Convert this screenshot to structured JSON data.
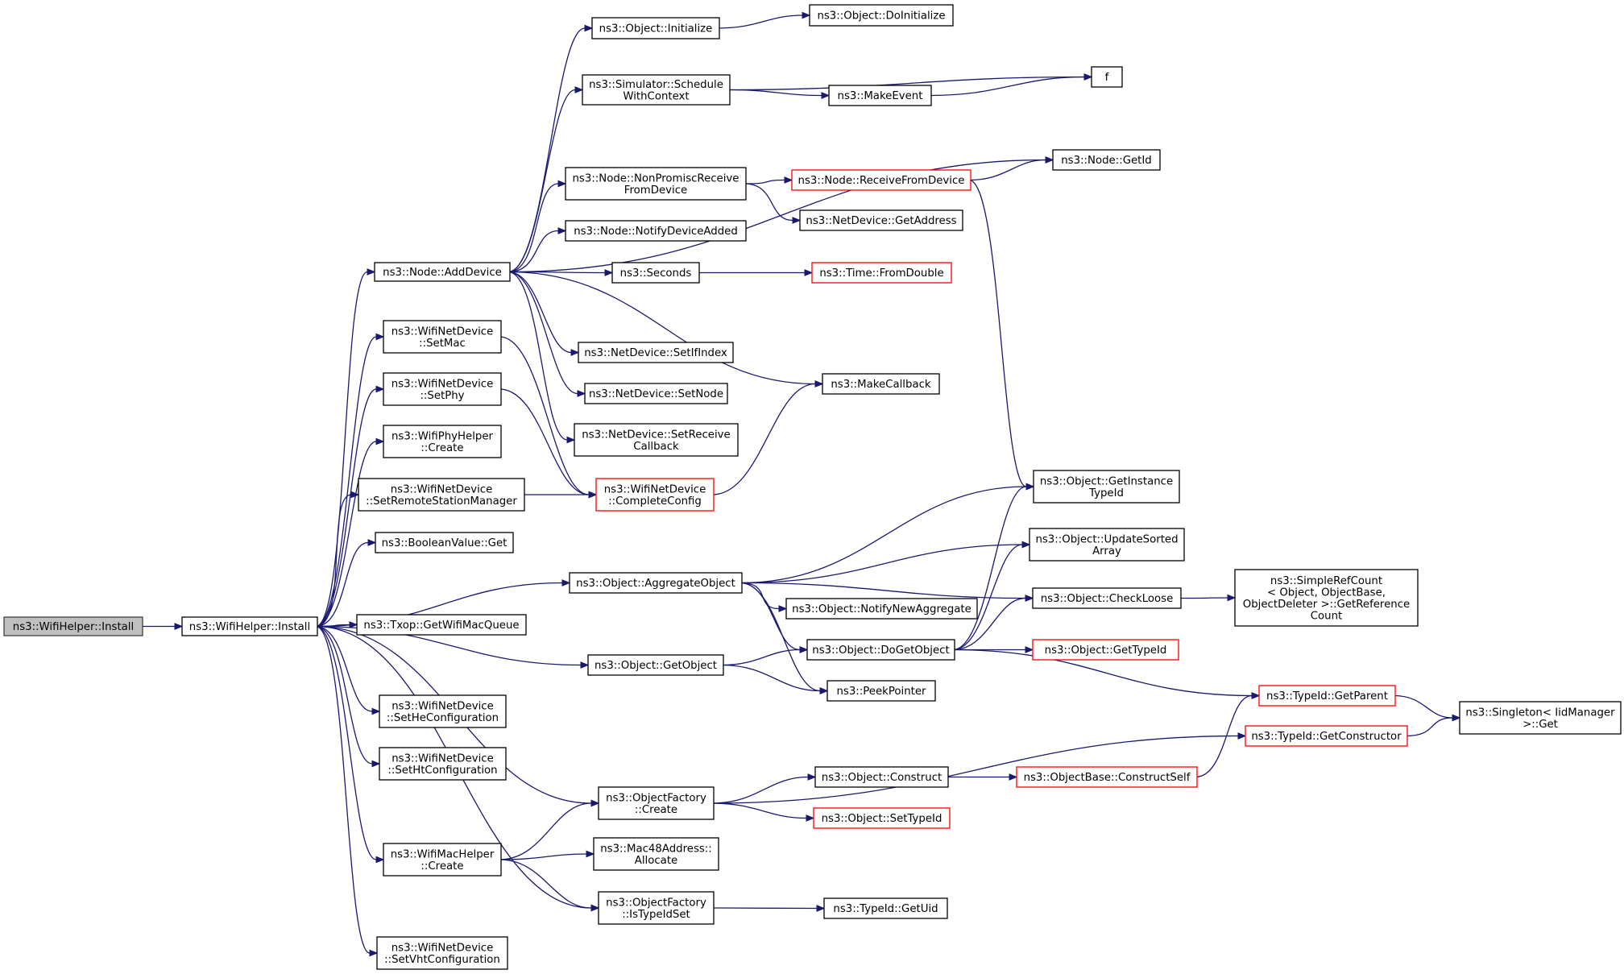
{
  "colors": {
    "edge": "#191970",
    "border": "#000000",
    "border_incomplete": "#ff0000",
    "root_fill": "#bfbfbf"
  },
  "nodes": [
    {
      "id": "n_root",
      "lines": [
        "ns3::WifiHelper::Install"
      ],
      "style": "root"
    },
    {
      "id": "n_install",
      "lines": [
        "ns3::WifiHelper::Install"
      ]
    },
    {
      "id": "n_adddevice",
      "lines": [
        "ns3::Node::AddDevice"
      ]
    },
    {
      "id": "n_initialize",
      "lines": [
        "ns3::Object::Initialize"
      ]
    },
    {
      "id": "n_doinitialize",
      "lines": [
        "ns3::Object::DoInitialize"
      ]
    },
    {
      "id": "n_schedule",
      "lines": [
        "ns3::Simulator::Schedule",
        "WithContext"
      ]
    },
    {
      "id": "n_f",
      "lines": [
        "f"
      ]
    },
    {
      "id": "n_makeevent",
      "lines": [
        "ns3::MakeEvent"
      ]
    },
    {
      "id": "n_getid",
      "lines": [
        "ns3::Node::GetId"
      ]
    },
    {
      "id": "n_nonpromisc",
      "lines": [
        "ns3::Node::NonPromiscReceive",
        "FromDevice"
      ]
    },
    {
      "id": "n_receivefrom",
      "lines": [
        "ns3::Node::ReceiveFromDevice"
      ],
      "style": "red"
    },
    {
      "id": "n_getaddress",
      "lines": [
        "ns3::NetDevice::GetAddress"
      ]
    },
    {
      "id": "n_notifyadded",
      "lines": [
        "ns3::Node::NotifyDeviceAdded"
      ]
    },
    {
      "id": "n_seconds",
      "lines": [
        "ns3::Seconds"
      ]
    },
    {
      "id": "n_fromdouble",
      "lines": [
        "ns3::Time::FromDouble"
      ],
      "style": "red"
    },
    {
      "id": "n_setifindex",
      "lines": [
        "ns3::NetDevice::SetIfIndex"
      ]
    },
    {
      "id": "n_setnode",
      "lines": [
        "ns3::NetDevice::SetNode"
      ]
    },
    {
      "id": "n_setreceive",
      "lines": [
        "ns3::NetDevice::SetReceive",
        "Callback"
      ]
    },
    {
      "id": "n_makecallback",
      "lines": [
        "ns3::MakeCallback"
      ]
    },
    {
      "id": "n_setmac",
      "lines": [
        "ns3::WifiNetDevice",
        "::SetMac"
      ]
    },
    {
      "id": "n_setphy",
      "lines": [
        "ns3::WifiNetDevice",
        "::SetPhy"
      ]
    },
    {
      "id": "n_phycreate",
      "lines": [
        "ns3::WifiPhyHelper",
        "::Create"
      ]
    },
    {
      "id": "n_setremote",
      "lines": [
        "ns3::WifiNetDevice",
        "::SetRemoteStationManager"
      ]
    },
    {
      "id": "n_completeconfig",
      "lines": [
        "ns3::WifiNetDevice",
        "::CompleteConfig"
      ],
      "style": "red"
    },
    {
      "id": "n_booleanget",
      "lines": [
        "ns3::BooleanValue::Get"
      ]
    },
    {
      "id": "n_aggregate",
      "lines": [
        "ns3::Object::AggregateObject"
      ]
    },
    {
      "id": "n_getinstancetypeid",
      "lines": [
        "ns3::Object::GetInstance",
        "TypeId"
      ]
    },
    {
      "id": "n_updatesorted",
      "lines": [
        "ns3::Object::UpdateSorted",
        "Array"
      ]
    },
    {
      "id": "n_checkloose",
      "lines": [
        "ns3::Object::CheckLoose"
      ]
    },
    {
      "id": "n_simplerefcount",
      "lines": [
        "ns3::SimpleRefCount",
        "< Object, ObjectBase,",
        "ObjectDeleter >::GetReference",
        "Count"
      ]
    },
    {
      "id": "n_notifynewagg",
      "lines": [
        "ns3::Object::NotifyNewAggregate"
      ]
    },
    {
      "id": "n_txopqueue",
      "lines": [
        "ns3::Txop::GetWifiMacQueue"
      ]
    },
    {
      "id": "n_getobject",
      "lines": [
        "ns3::Object::GetObject"
      ]
    },
    {
      "id": "n_dogetobject",
      "lines": [
        "ns3::Object::DoGetObject"
      ]
    },
    {
      "id": "n_gettypeid",
      "lines": [
        "ns3::Object::GetTypeId"
      ],
      "style": "red"
    },
    {
      "id": "n_peekpointer",
      "lines": [
        "ns3::PeekPointer"
      ]
    },
    {
      "id": "n_getparent",
      "lines": [
        "ns3::TypeId::GetParent"
      ],
      "style": "red"
    },
    {
      "id": "n_singletonget",
      "lines": [
        "ns3::Singleton< IidManager",
        ">::Get"
      ]
    },
    {
      "id": "n_getconstructor",
      "lines": [
        "ns3::TypeId::GetConstructor"
      ],
      "style": "red"
    },
    {
      "id": "n_sethe",
      "lines": [
        "ns3::WifiNetDevice",
        "::SetHeConfiguration"
      ]
    },
    {
      "id": "n_setht",
      "lines": [
        "ns3::WifiNetDevice",
        "::SetHtConfiguration"
      ]
    },
    {
      "id": "n_factorycreate",
      "lines": [
        "ns3::ObjectFactory",
        "::Create"
      ]
    },
    {
      "id": "n_construct",
      "lines": [
        "ns3::Object::Construct"
      ]
    },
    {
      "id": "n_constructself",
      "lines": [
        "ns3::ObjectBase::ConstructSelf"
      ],
      "style": "red"
    },
    {
      "id": "n_settypeid",
      "lines": [
        "ns3::Object::SetTypeId"
      ],
      "style": "red"
    },
    {
      "id": "n_maccreate",
      "lines": [
        "ns3::WifiMacHelper",
        "::Create"
      ]
    },
    {
      "id": "n_macallocate",
      "lines": [
        "ns3::Mac48Address::",
        "Allocate"
      ]
    },
    {
      "id": "n_istypeidset",
      "lines": [
        "ns3::ObjectFactory",
        "::IsTypeIdSet"
      ]
    },
    {
      "id": "n_getuid",
      "lines": [
        "ns3::TypeId::GetUid"
      ]
    },
    {
      "id": "n_setvht",
      "lines": [
        "ns3::WifiNetDevice",
        "::SetVhtConfiguration"
      ]
    }
  ],
  "edges": [
    [
      "n_root",
      "n_install"
    ],
    [
      "n_install",
      "n_adddevice"
    ],
    [
      "n_install",
      "n_setmac"
    ],
    [
      "n_install",
      "n_setphy"
    ],
    [
      "n_install",
      "n_phycreate"
    ],
    [
      "n_install",
      "n_setremote"
    ],
    [
      "n_install",
      "n_booleanget"
    ],
    [
      "n_install",
      "n_aggregate"
    ],
    [
      "n_install",
      "n_txopqueue"
    ],
    [
      "n_install",
      "n_getobject"
    ],
    [
      "n_install",
      "n_sethe"
    ],
    [
      "n_install",
      "n_setht"
    ],
    [
      "n_install",
      "n_factorycreate"
    ],
    [
      "n_install",
      "n_maccreate"
    ],
    [
      "n_install",
      "n_istypeidset"
    ],
    [
      "n_install",
      "n_setvht"
    ],
    [
      "n_adddevice",
      "n_initialize"
    ],
    [
      "n_adddevice",
      "n_schedule"
    ],
    [
      "n_adddevice",
      "n_getid"
    ],
    [
      "n_adddevice",
      "n_nonpromisc"
    ],
    [
      "n_adddevice",
      "n_notifyadded"
    ],
    [
      "n_adddevice",
      "n_seconds"
    ],
    [
      "n_adddevice",
      "n_setifindex"
    ],
    [
      "n_adddevice",
      "n_setnode"
    ],
    [
      "n_adddevice",
      "n_setreceive"
    ],
    [
      "n_adddevice",
      "n_makecallback"
    ],
    [
      "n_initialize",
      "n_doinitialize"
    ],
    [
      "n_schedule",
      "n_f"
    ],
    [
      "n_schedule",
      "n_makeevent"
    ],
    [
      "n_makeevent",
      "n_f"
    ],
    [
      "n_nonpromisc",
      "n_receivefrom"
    ],
    [
      "n_nonpromisc",
      "n_getaddress"
    ],
    [
      "n_receivefrom",
      "n_getid"
    ],
    [
      "n_receivefrom",
      "n_getinstancetypeid"
    ],
    [
      "n_seconds",
      "n_fromdouble"
    ],
    [
      "n_setmac",
      "n_completeconfig"
    ],
    [
      "n_setphy",
      "n_completeconfig"
    ],
    [
      "n_setremote",
      "n_completeconfig"
    ],
    [
      "n_completeconfig",
      "n_makecallback"
    ],
    [
      "n_aggregate",
      "n_getinstancetypeid"
    ],
    [
      "n_aggregate",
      "n_updatesorted"
    ],
    [
      "n_aggregate",
      "n_checkloose"
    ],
    [
      "n_aggregate",
      "n_notifynewagg"
    ],
    [
      "n_aggregate",
      "n_dogetobject"
    ],
    [
      "n_aggregate",
      "n_peekpointer"
    ],
    [
      "n_checkloose",
      "n_simplerefcount"
    ],
    [
      "n_getobject",
      "n_dogetobject"
    ],
    [
      "n_getobject",
      "n_peekpointer"
    ],
    [
      "n_dogetobject",
      "n_getinstancetypeid"
    ],
    [
      "n_dogetobject",
      "n_updatesorted"
    ],
    [
      "n_dogetobject",
      "n_checkloose"
    ],
    [
      "n_dogetobject",
      "n_gettypeid"
    ],
    [
      "n_dogetobject",
      "n_getparent"
    ],
    [
      "n_getparent",
      "n_singletonget"
    ],
    [
      "n_getconstructor",
      "n_singletonget"
    ],
    [
      "n_factorycreate",
      "n_getconstructor"
    ],
    [
      "n_factorycreate",
      "n_construct"
    ],
    [
      "n_factorycreate",
      "n_settypeid"
    ],
    [
      "n_construct",
      "n_constructself"
    ],
    [
      "n_constructself",
      "n_getparent"
    ],
    [
      "n_maccreate",
      "n_factorycreate"
    ],
    [
      "n_maccreate",
      "n_macallocate"
    ],
    [
      "n_maccreate",
      "n_istypeidset"
    ],
    [
      "n_istypeidset",
      "n_getuid"
    ]
  ]
}
